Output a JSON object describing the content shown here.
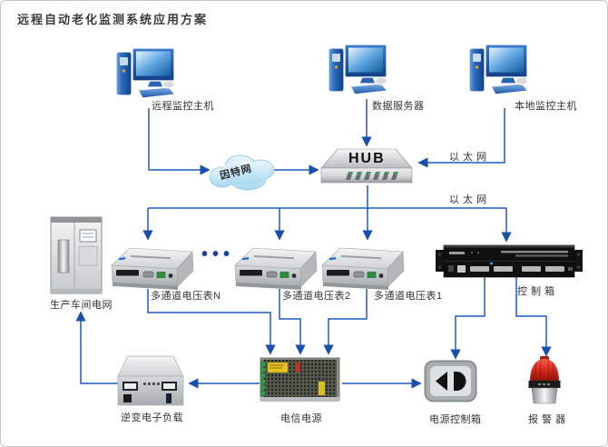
{
  "title": "远程自动老化监测系统应用方案",
  "colors": {
    "wire_blue": "#1d5bbf",
    "arrow_blue": "#1a4fae",
    "hub_led_green": "#2fae4f",
    "alarm_red": "#c41e14"
  },
  "nodes": {
    "remote_host": {
      "label": "远程监控主机"
    },
    "data_server": {
      "label": "数据服务器"
    },
    "local_host": {
      "label": "本地监控主机"
    },
    "internet_cloud": {
      "label": "因特网"
    },
    "hub": {
      "label": "HUB"
    },
    "ethernet_top": {
      "label": "以 太 网"
    },
    "ethernet_bottom": {
      "label": "以 太 网"
    },
    "voltmeter_n": {
      "label": "多通道电压表N"
    },
    "voltmeter_2": {
      "label": "多通道电压表2"
    },
    "voltmeter_1": {
      "label": "多通道电压表1"
    },
    "more_devices_ellipsis": "•••",
    "control_box": {
      "label": "控 制 箱"
    },
    "factory_grid": {
      "label": "生产车间电网"
    },
    "inverter_load": {
      "label": "逆变电子负载"
    },
    "telecom_power": {
      "label": "电信电源"
    },
    "power_control_box": {
      "label": "电源控制箱"
    },
    "alarm": {
      "label": "报 警 器"
    }
  }
}
